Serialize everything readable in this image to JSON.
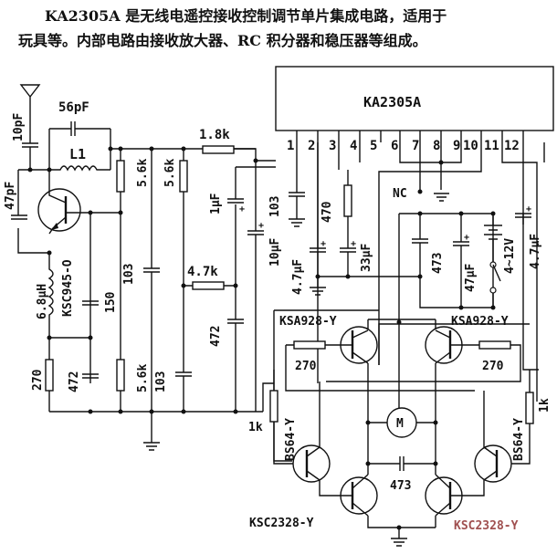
{
  "description": {
    "line1": "KA2305A 是无线电遥控接收控制调节单片集成电路，适用于",
    "line2": "玩具等。内部电路由接收放大器、RC 积分器和稳压器等组成。"
  },
  "ic": {
    "name": "KA2305A",
    "pins": [
      "1",
      "2",
      "3",
      "4",
      "5",
      "6",
      "7",
      "8",
      "9",
      "10",
      "11",
      "12"
    ],
    "nc_label": "NC"
  },
  "components": {
    "c_antenna": "10pF",
    "c_feedback": "56pF",
    "l1": "L1",
    "c_47pf": "47pF",
    "q_rf": "KSC945-O",
    "l_choke": "6.8μH",
    "c_150": "150",
    "r_270_left": "270",
    "c_472_left": "472",
    "r_5k6_a": "5.6k",
    "r_5k6_b": "5.6k",
    "c_103_a": "103",
    "r_5k6_c": "5.6k",
    "c_103_b": "103",
    "r_1k8": "1.8k",
    "c_1uf": "1μF",
    "r_4k7": "4.7k",
    "c_472_mid": "472",
    "c_10uf": "10μF",
    "c_103_pin1": "103",
    "c_4u7_a": "4.7μF",
    "r_470": "470",
    "c_33uf": "33μF",
    "c_473_top": "473",
    "c_47uf": "47μF",
    "battery": "4~12V",
    "c_4u7_b": "4.7μF",
    "q_pnp_left": "KSA928-Y",
    "q_pnp_right": "KSA928-Y",
    "r_270_bl": "270",
    "r_270_br": "270",
    "r_1k_left": "1k",
    "r_1k_right": "1k",
    "q_drv_left": "BS64-Y",
    "q_drv_right": "BS64-Y",
    "motor": "M",
    "c_473_bridge": "473",
    "q_npn_left": "KSC2328-Y",
    "q_npn_right": "KSC2328-Y"
  },
  "colors": {
    "ink": "#111111",
    "label_accent": "#a05050"
  }
}
